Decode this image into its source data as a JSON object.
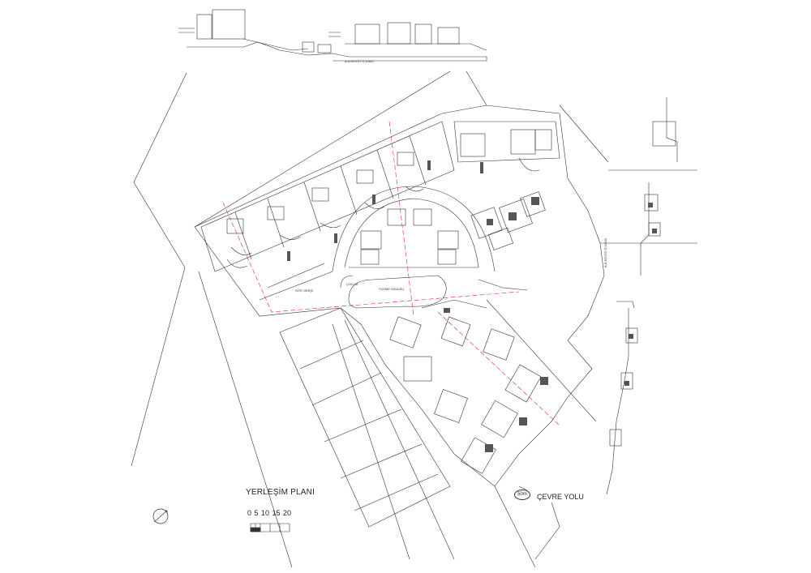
{
  "drawing": {
    "title": "YERLEŞİM PLANI",
    "scale_numbers": "0  5 10 15 20",
    "road_label": "ÇEVRE YOLU",
    "road_badge": "50m",
    "section_a_label": "A-A KESİTİ    Ö:1/500",
    "section_b_label": "B-B KESİTİ    Ö:1/500",
    "pool_label": "YÜZME HAVUZU",
    "kids_label": "ÇOCUK",
    "entry_label": "SİTE GİRİŞİ",
    "north_arrow": "north-arrow-icon",
    "line_color": "#333333",
    "section_line_color": "#e0262a",
    "fill_color": "#555555"
  }
}
